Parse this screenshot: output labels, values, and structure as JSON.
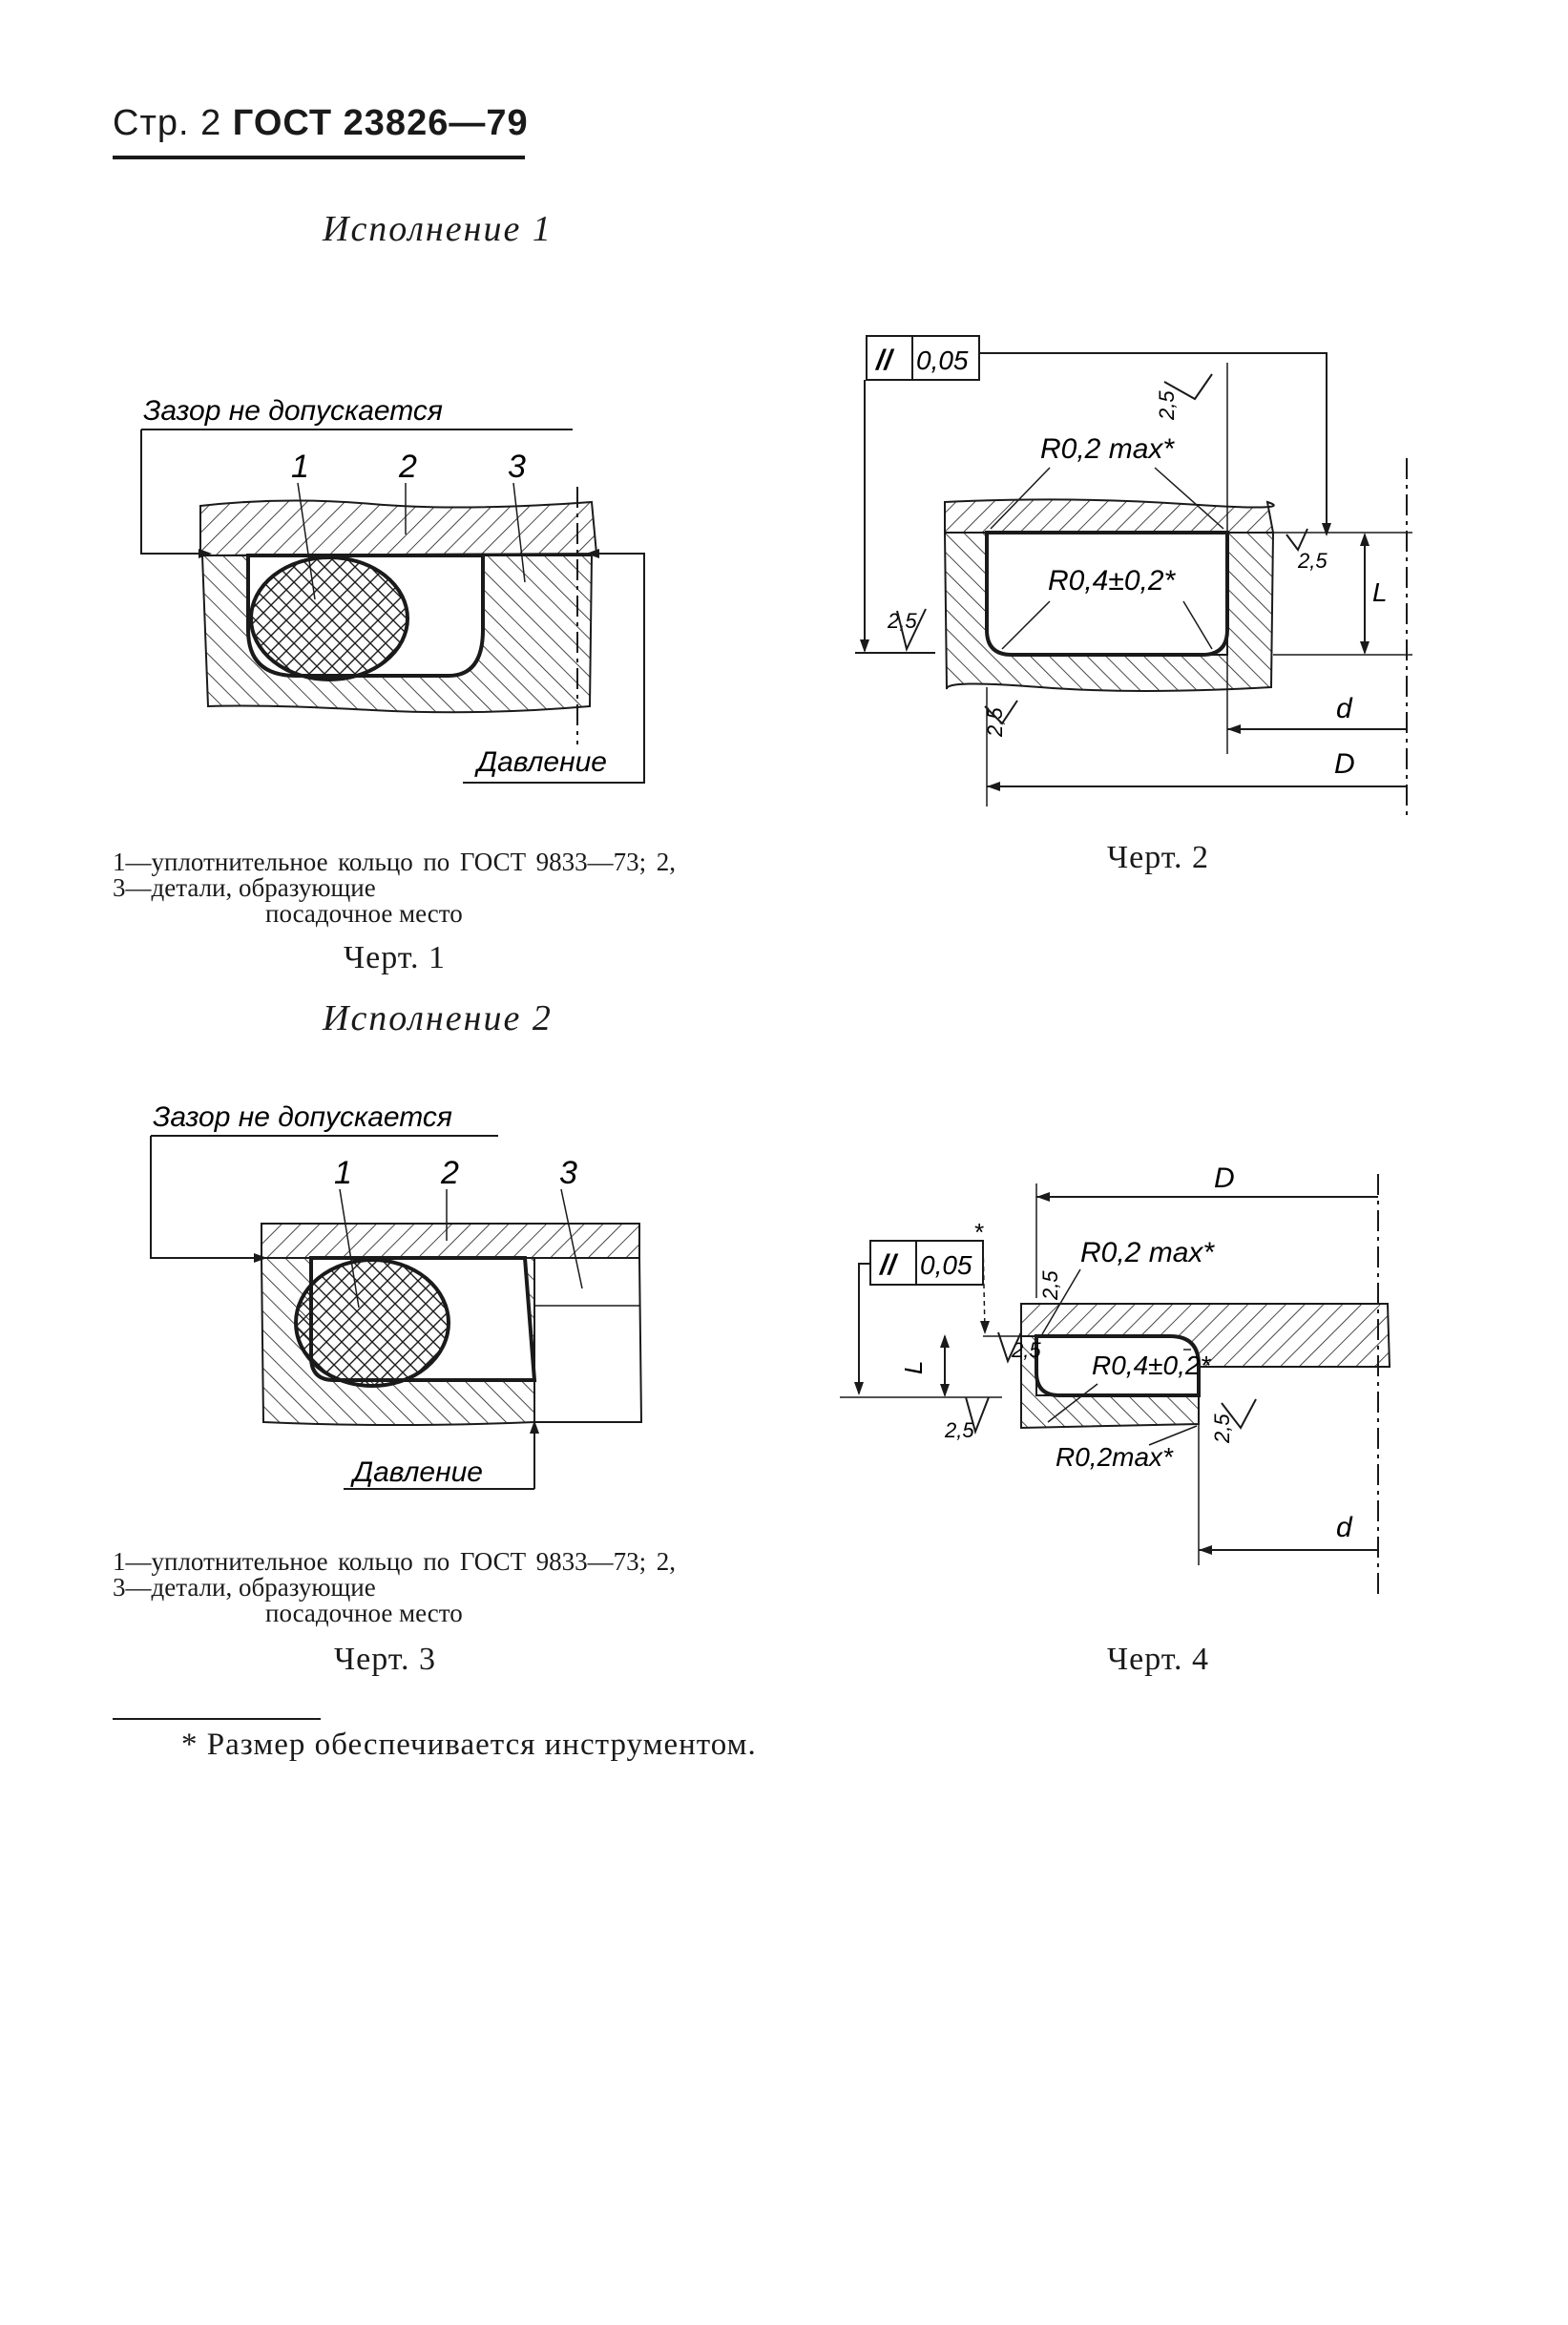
{
  "header": {
    "page": "Стр. 2",
    "standard": "ГОСТ 23826—79"
  },
  "variant1": "Исполнение 1",
  "variant2": "Исполнение 2",
  "fig1": {
    "gap_note": "Зазор не допускается",
    "pressure": "Давление",
    "numbers": [
      "1",
      "2",
      "3"
    ],
    "legend_line1": "1—уплотнительное кольцо по ГОСТ 9833—73; 2, 3—детали, образующие",
    "legend_line2": "посадочное место",
    "caption": "Черт. 1"
  },
  "fig2": {
    "tolerance_symbol": "//",
    "tolerance_value": "0,05",
    "radius_small": "R0,2 max*",
    "radius_large": "R0,4±0,2*",
    "roughness": "2,5",
    "dim_L": "L",
    "dim_d": "d",
    "dim_D": "D",
    "caption": "Черт. 2"
  },
  "fig3": {
    "gap_note": "Зазор не допускается",
    "pressure": "Давление",
    "numbers": [
      "1",
      "2",
      "3"
    ],
    "legend_line1": "1—уплотнительное кольцо по ГОСТ 9833—73; 2, 3—детали, образующие",
    "legend_line2": "посадочное место",
    "caption": "Черт. 3"
  },
  "fig4": {
    "tolerance_symbol": "//",
    "tolerance_value": "0,05",
    "star": "*",
    "radius_small_top": "R0,2 max*",
    "radius_large": "R0,4±0,2*",
    "radius_small_bottom": "R0,2max*",
    "roughness": "2,5",
    "dim_L": "L",
    "dim_d": "d",
    "dim_D": "D",
    "caption": "Черт. 4"
  },
  "footnote": "* Размер обеспечивается инструментом."
}
